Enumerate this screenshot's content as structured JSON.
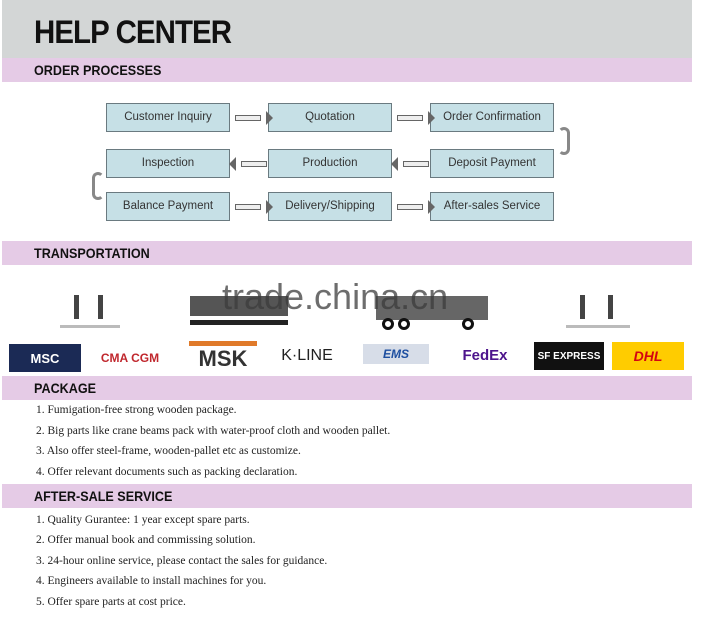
{
  "header": {
    "title": "HELP CENTER"
  },
  "sections": {
    "order": "ORDER PROCESSES",
    "transport": "TRANSPORTATION",
    "package": "PACKAGE",
    "after_sale": "AFTER-SALE SERVICE"
  },
  "flow": [
    "Customer Inquiry",
    "Quotation",
    "Order Confirmation",
    "Inspection",
    "Production",
    "Deposit Payment",
    "Balance Payment",
    "Delivery/Shipping",
    "After-sales Service"
  ],
  "watermark": "trade.china.cn",
  "logos": [
    "MSC",
    "CMA CGM",
    "MSK",
    "K·LINE",
    "EMS",
    "FedEx",
    "SF EXPRESS",
    "DHL"
  ],
  "package": [
    "1. Fumigation-free strong wooden package.",
    "2. Big parts like crane beams pack with water-proof cloth and wooden pallet.",
    "3. Also offer steel-frame, wooden-pallet etc as customize.",
    "4. Offer relevant documents such as packing declaration."
  ],
  "after_sale": [
    "1. Quality Gurantee: 1 year except spare parts.",
    "2. Offer manual book and commissing solution.",
    "3. 24-hour online service, please contact the sales for guidance.",
    "4. Engineers available to install machines for you.",
    "5. Offer spare parts at cost price."
  ]
}
